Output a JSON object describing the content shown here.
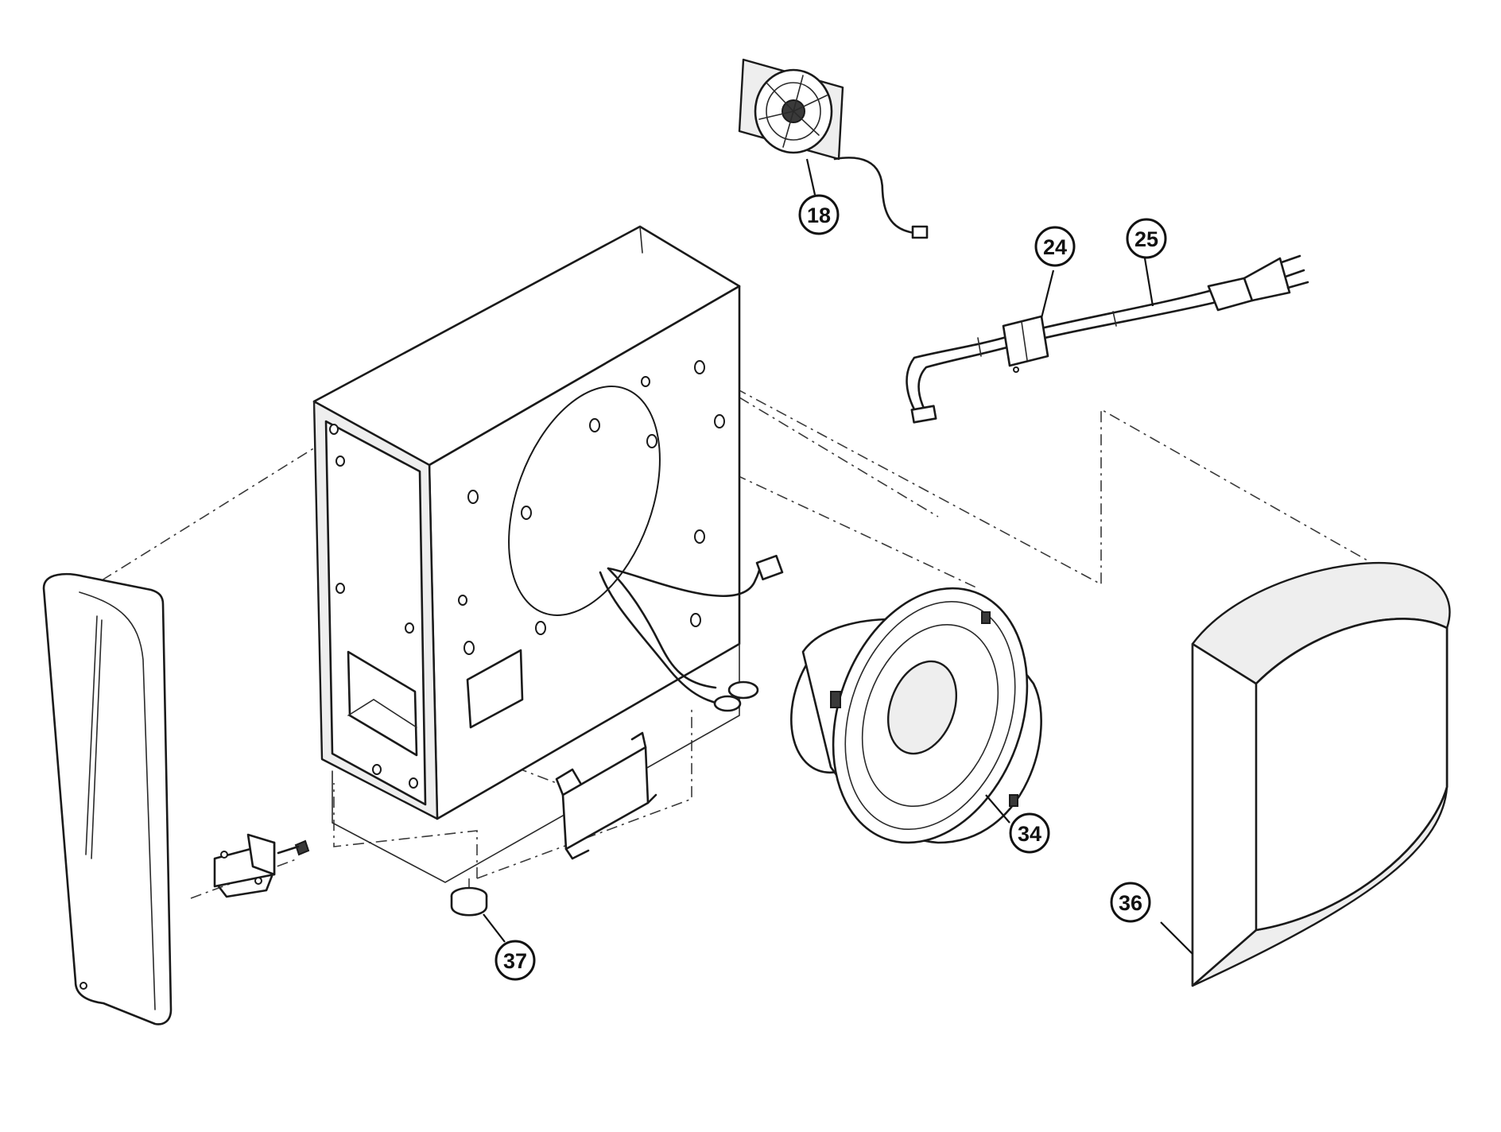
{
  "callouts": [
    {
      "id": "fan",
      "label": "18"
    },
    {
      "id": "cord-clamp",
      "label": "24"
    },
    {
      "id": "power-cord",
      "label": "25"
    },
    {
      "id": "speaker",
      "label": "34"
    },
    {
      "id": "grille",
      "label": "36"
    },
    {
      "id": "foot",
      "label": "37"
    }
  ]
}
